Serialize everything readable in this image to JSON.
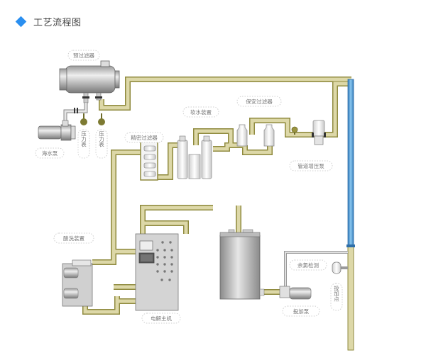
{
  "header": {
    "title": "工艺流程图",
    "icon": "diamond-icon",
    "accent": "#2a8ff0"
  },
  "labels": {
    "pre_filter": "预过滤器",
    "seawater_pump": "海水泵",
    "pressure_gauge_1": "压力表",
    "pressure_gauge_2": "压力表",
    "precision_filter": "精密过滤器",
    "softener": "软水装置",
    "security_filter": "保安过滤器",
    "booster_pump": "管道增压泵",
    "acid_wash": "酸洗装置",
    "electrolysis_host": "电解主机",
    "residual_chlorine": "余氯检测",
    "dosing_pump": "投加泵",
    "dosing_point": "投加点"
  },
  "colors": {
    "pipe": "#d8d3a0",
    "pipe_dark": "#8f8a3e",
    "main_pipe": "#5aa8e0",
    "equipment": "#c8c8c8"
  }
}
